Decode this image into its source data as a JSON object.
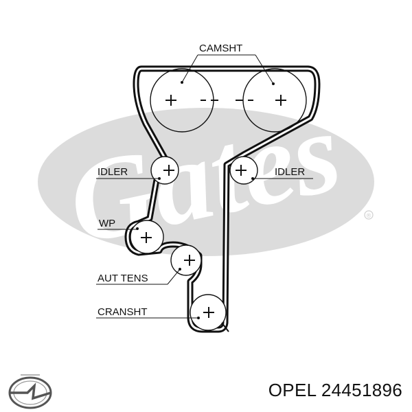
{
  "diagram": {
    "labels": {
      "camsht": "CAMSHT",
      "idler_left": "IDLER",
      "idler_right": "IDLER",
      "wp": "WP",
      "aut_tens": "AUT TENS",
      "cransht": "CRANSHT"
    },
    "watermark": {
      "text": "Gates",
      "registered_mark": "®",
      "color": "#d8d8d8"
    },
    "belt_color": "#111111"
  },
  "brand": {
    "logo_icon": "opel-logo-icon"
  },
  "caption": {
    "text": "OPEL 24451896"
  }
}
